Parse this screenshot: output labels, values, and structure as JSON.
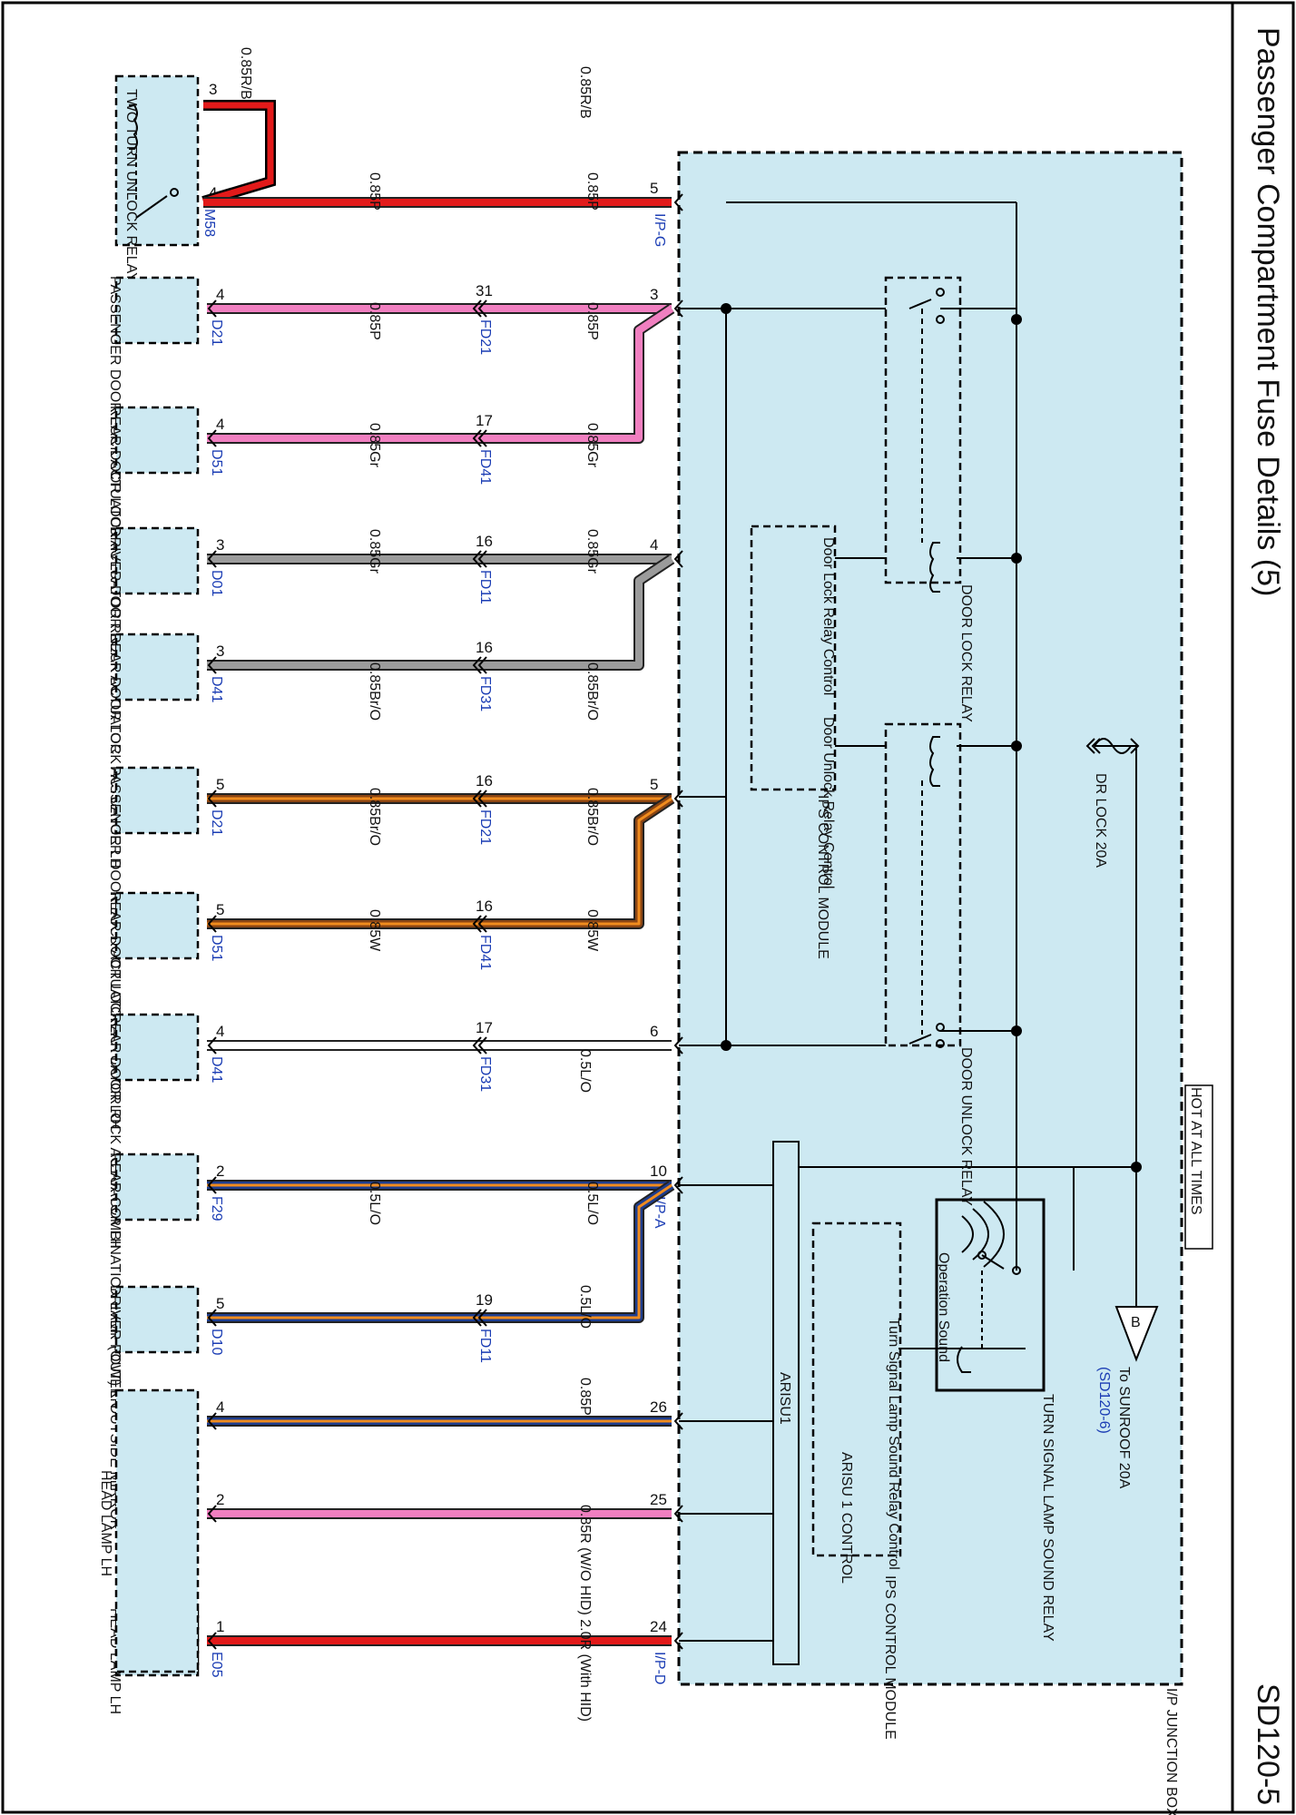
{
  "page": {
    "title": "Passenger Compartment Fuse Details (5)",
    "code": "SD120-5"
  },
  "colors": {
    "box_fill": "#cde9f2",
    "wire_red": "#e21a1a",
    "wire_pink": "#f07fc0",
    "wire_gray": "#9b9b9b",
    "wire_brown": "#8b4513",
    "wire_orange": "#f08c1e",
    "wire_white": "#ffffff",
    "wire_blue": "#1d3d8f",
    "connector_text": "#1a3cb4"
  },
  "junction_box": {
    "name": "I/P JUNCTION BOX",
    "hot_label": "HOT AT ALL TIMES",
    "fuse": "DR LOCK 20A",
    "door_lock_relay": "DOOR LOCK RELAY",
    "door_unlock_relay": "DOOR UNLOCK RELAY",
    "ips_module_1": "IPS CONTROL MODULE",
    "ips_module_2": "IPS CONTROL MODULE",
    "door_lock_relay_control": "Door Lock Relay Control",
    "door_unlock_relay_control": "Door Unlock Relay Control",
    "turn_relay": "TURN SIGNAL LAMP SOUND RELAY",
    "operation_sound": "Operation Sound",
    "turn_relay_control": "Turn Signal Lamp Sound Relay Control",
    "arisu_bus": "ARISU1",
    "arisu_control": "ARISU 1 CONTROL",
    "sunroof_marker": "B",
    "sunroof_label": "To SUNROOF 20A",
    "sunroof_ref": "(SD120-6)"
  },
  "relay_component": {
    "name": "TWO TURN UNLOCK RELAY",
    "pin_a": "3",
    "pin_b": "4",
    "connector": "M58",
    "wire_loop": "0.85R/B"
  },
  "circuits": [
    {
      "jb_pin": "5",
      "jb_conn": "I/P-G",
      "wire_right": "0.85R/B",
      "fd_pin": "",
      "fd_conn": "",
      "wire_left": "",
      "comp_pin": "",
      "comp_conn": "",
      "component": ""
    },
    {
      "jb_pin": "3",
      "jb_conn": "",
      "wire_right": "0.85P",
      "fd_pin": "31",
      "fd_conn": "FD21",
      "wire_left": "0.85P",
      "comp_pin": "4",
      "comp_conn": "D21",
      "component": "PASSENGER DOOR LOCK ACTUATOR"
    },
    {
      "jb_pin": "",
      "jb_conn": "",
      "wire_right": "0.85P",
      "fd_pin": "17",
      "fd_conn": "FD41",
      "wire_left": "0.85P",
      "comp_pin": "4",
      "comp_conn": "D51",
      "component": "REAR DOOR LOCK ACTUATOR RH"
    },
    {
      "jb_pin": "4",
      "jb_conn": "",
      "wire_right": "0.85Gr",
      "fd_pin": "16",
      "fd_conn": "FD11",
      "wire_left": "0.85Gr",
      "comp_pin": "3",
      "comp_conn": "D01",
      "component": "DRIVER DOOR LOCK ACTUATOR"
    },
    {
      "jb_pin": "",
      "jb_conn": "",
      "wire_right": "0.85Gr",
      "fd_pin": "16",
      "fd_conn": "FD31",
      "wire_left": "0.85Gr",
      "comp_pin": "3",
      "comp_conn": "D41",
      "component": "REAR DOOR LOCK ACTUATOR LH"
    },
    {
      "jb_pin": "5",
      "jb_conn": "",
      "wire_right": "0.85Br/O",
      "fd_pin": "16",
      "fd_conn": "FD21",
      "wire_left": "0.85Br/O",
      "comp_pin": "5",
      "comp_conn": "D21",
      "component": "PASSENGER DOOR LOCK ACTUATOR"
    },
    {
      "jb_pin": "",
      "jb_conn": "",
      "wire_right": "0.85Br/O",
      "fd_pin": "16",
      "fd_conn": "FD41",
      "wire_left": "0.85Br/O",
      "comp_pin": "5",
      "comp_conn": "D51",
      "component": "REAR DOOR LOCK ACTUATOR RH"
    },
    {
      "jb_pin": "6",
      "jb_conn": "",
      "wire_right": "0.85W",
      "fd_pin": "17",
      "fd_conn": "FD31",
      "wire_left": "0.85W",
      "comp_pin": "4",
      "comp_conn": "D41",
      "component": "REAR DOOR LOCK ACTUATOR LH"
    },
    {
      "jb_pin": "10",
      "jb_conn": "I/P-A",
      "wire_right": "0.5L/O",
      "fd_pin": "",
      "fd_conn": "",
      "wire_left": "",
      "comp_pin": "2",
      "comp_conn": "F29",
      "component": "REAR COMBINATION LAMP (OUT) LH"
    },
    {
      "jb_pin": "",
      "jb_conn": "",
      "wire_right": "0.5L/O",
      "fd_pin": "19",
      "fd_conn": "FD11",
      "wire_left": "0.5L/O",
      "comp_pin": "5",
      "comp_conn": "D10",
      "component": "DRIVER POWER OUTSIDE MIRROR"
    },
    {
      "jb_pin": "26",
      "jb_conn": "",
      "wire_right": "0.5L/O",
      "fd_pin": "",
      "fd_conn": "",
      "wire_left": "",
      "comp_pin": "4",
      "comp_conn": "",
      "component": ""
    },
    {
      "jb_pin": "25",
      "jb_conn": "",
      "wire_right": "0.85P",
      "fd_pin": "",
      "fd_conn": "",
      "wire_left": "",
      "comp_pin": "2",
      "comp_conn": "",
      "component": ""
    },
    {
      "jb_pin": "24",
      "jb_conn": "I/P-D",
      "wire_right": "0.85R (W/O HID) 2.0R (With HID)",
      "fd_pin": "",
      "fd_conn": "",
      "wire_left": "",
      "comp_pin": "1",
      "comp_conn": "E05",
      "component": "HEAD LAMP LH"
    }
  ]
}
